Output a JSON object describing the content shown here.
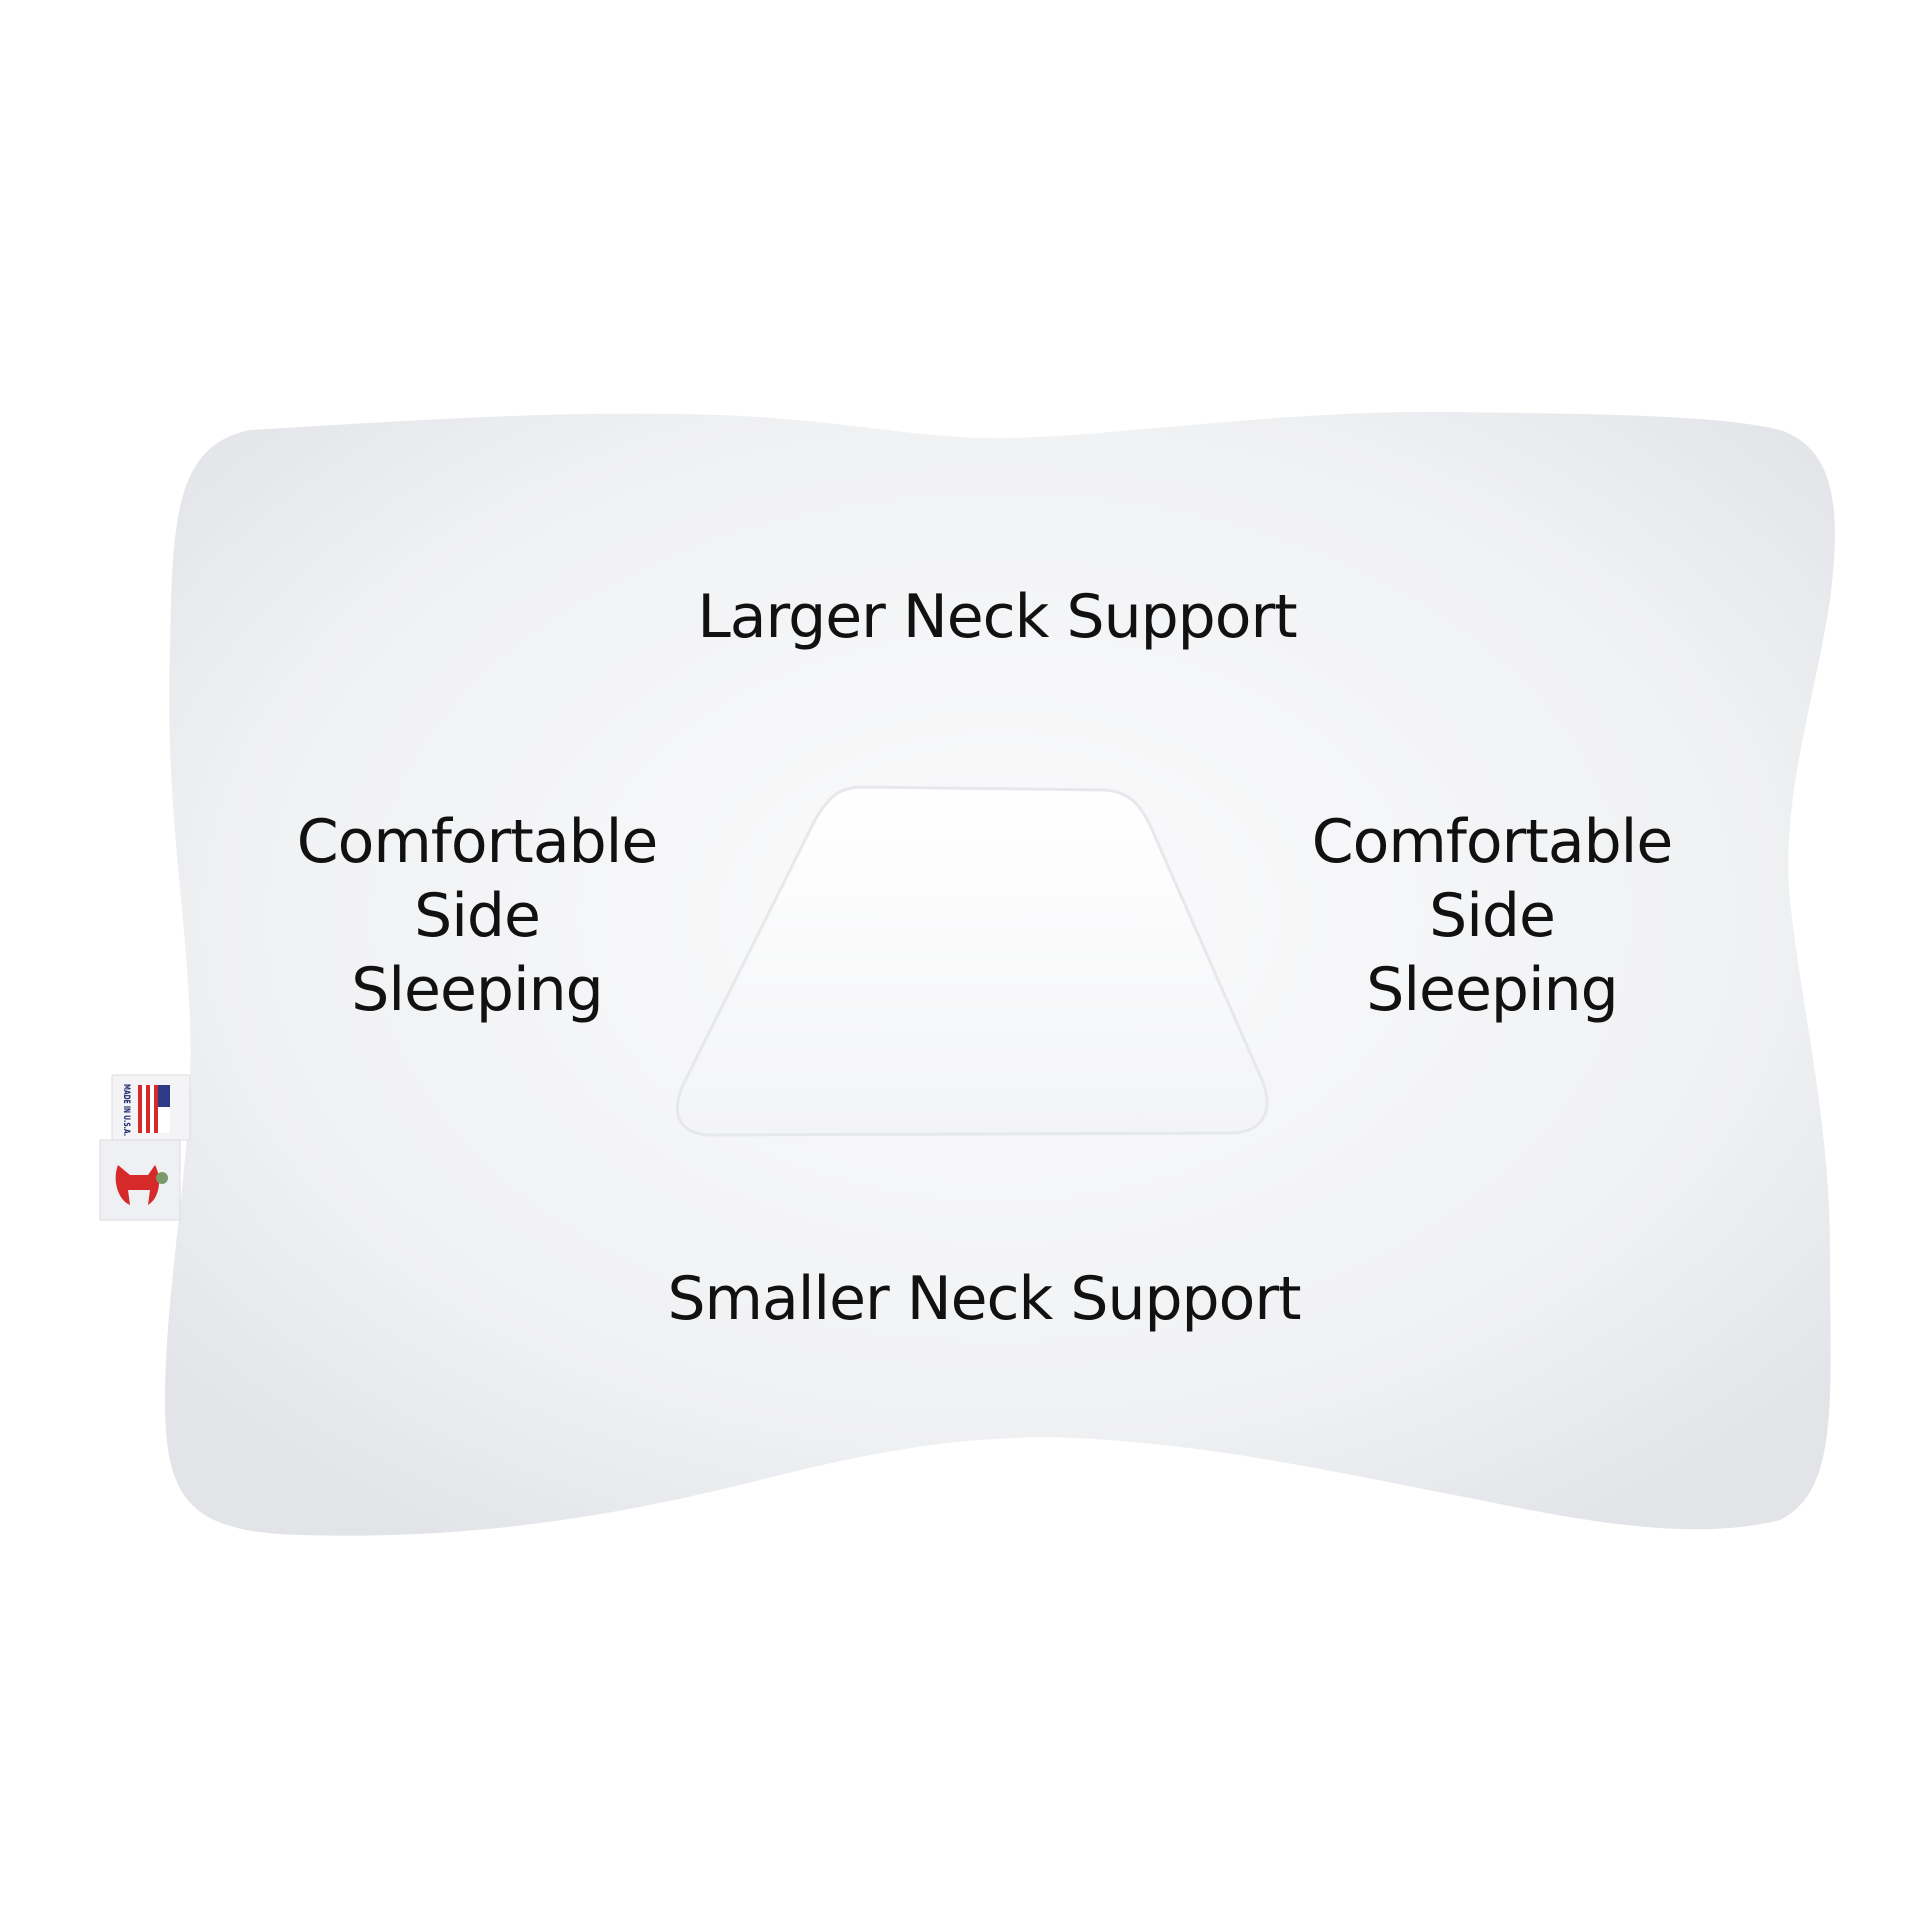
{
  "labels": {
    "top": "Larger Neck Support",
    "left": [
      "Comfortable",
      "Side",
      "Sleeping"
    ],
    "right": [
      "Comfortable",
      "Side",
      "Sleeping"
    ],
    "bottom": "Smaller Neck Support"
  },
  "tag": {
    "text": "MADE IN U.S.A."
  },
  "colors": {
    "pillow": "#f2f3f5",
    "text": "#111111",
    "tag_red": "#d62a2a",
    "tag_blue": "#1e2a6e"
  }
}
